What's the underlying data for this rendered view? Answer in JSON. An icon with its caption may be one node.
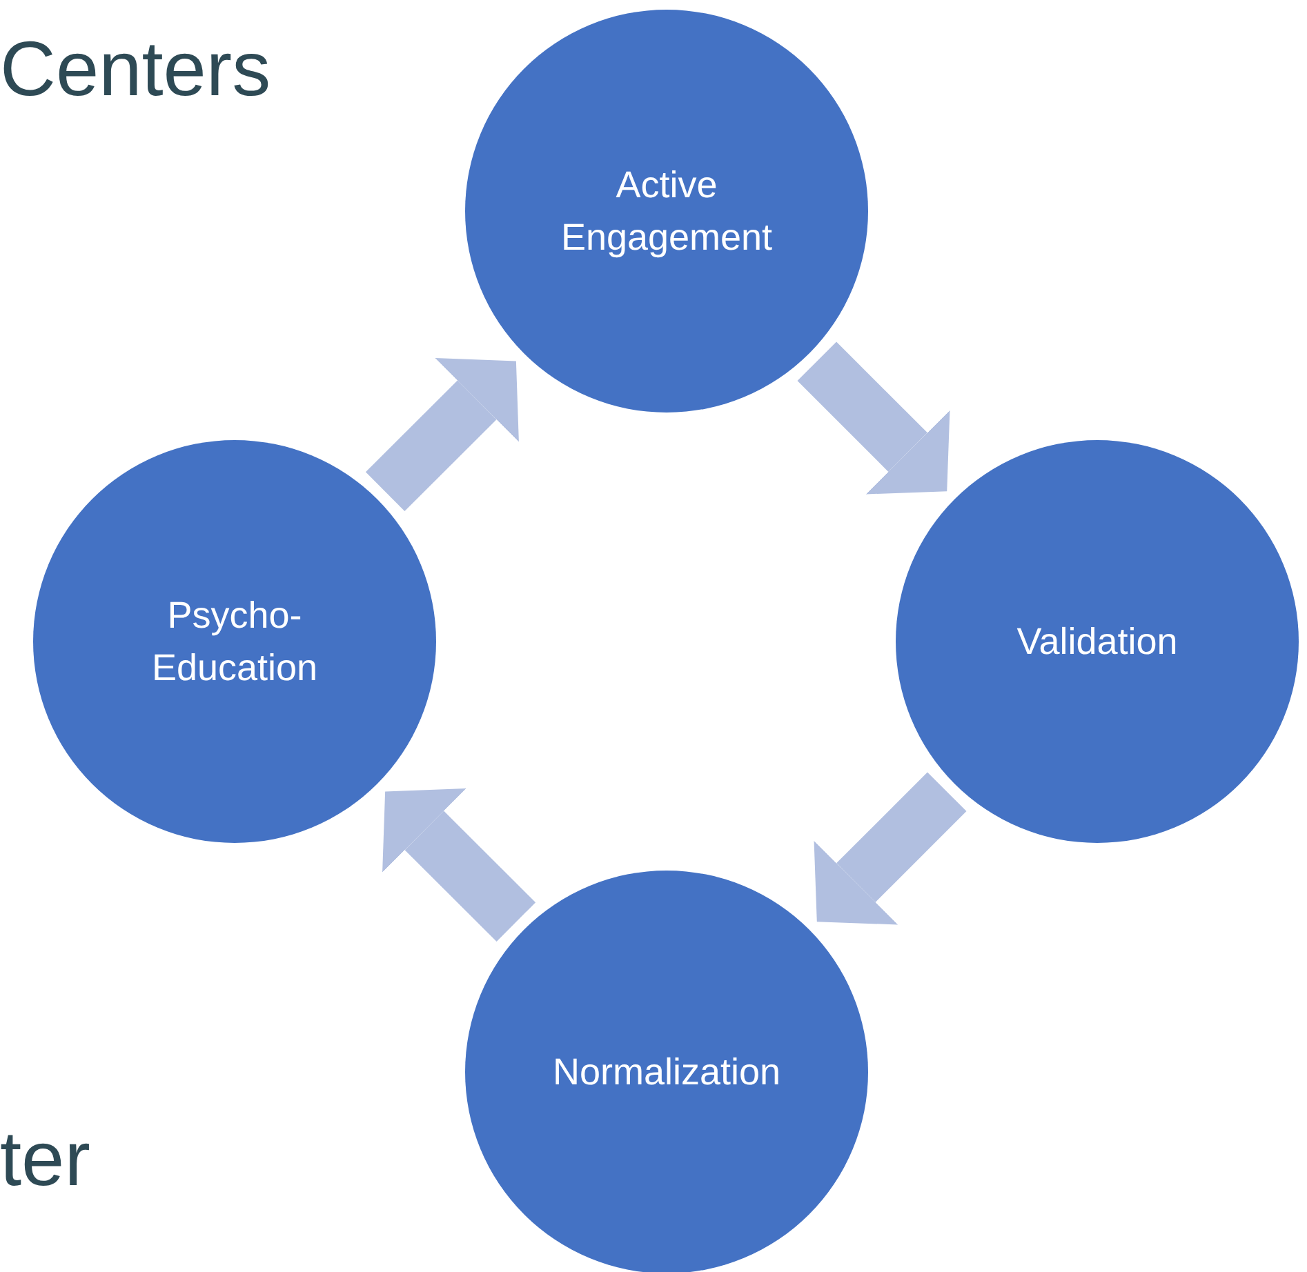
{
  "diagram": {
    "nodes": [
      {
        "text": [
          "Active Engagement"
        ]
      },
      {
        "text": [
          "Validation"
        ]
      },
      {
        "text": [
          "Normalization"
        ]
      },
      {
        "text": [
          "Psycho-Education"
        ]
      }
    ],
    "edges": [
      {
        "from": 0,
        "to": 1,
        "arrow": "to"
      },
      {
        "from": 1,
        "to": 2,
        "arrow": "to"
      },
      {
        "from": 2,
        "to": 3,
        "arrow": "to"
      },
      {
        "from": 3,
        "to": 0,
        "arrow": "to"
      }
    ],
    "labels": [
      "Centers",
      "ter"
    ]
  }
}
